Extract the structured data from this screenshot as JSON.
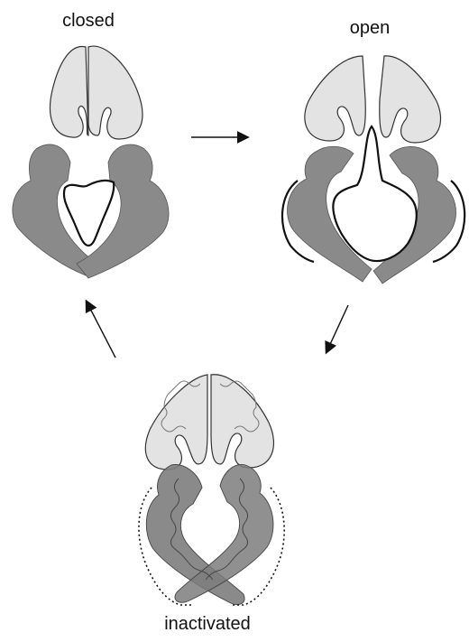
{
  "states": [
    {
      "id": "closed",
      "label": "closed"
    },
    {
      "id": "open",
      "label": "open"
    },
    {
      "id": "inactivated",
      "label": "inactivated"
    }
  ],
  "transitions": [
    {
      "from": "closed",
      "to": "open"
    },
    {
      "from": "open",
      "to": "inactivated"
    },
    {
      "from": "inactivated",
      "to": "closed"
    }
  ],
  "colors": {
    "upper_lobe": "#e3e3e3",
    "lower_lobe": "#8a8a8a",
    "lower_lobe_dark": "#6f6f6f",
    "outline": "#222222",
    "background": "#ffffff"
  }
}
